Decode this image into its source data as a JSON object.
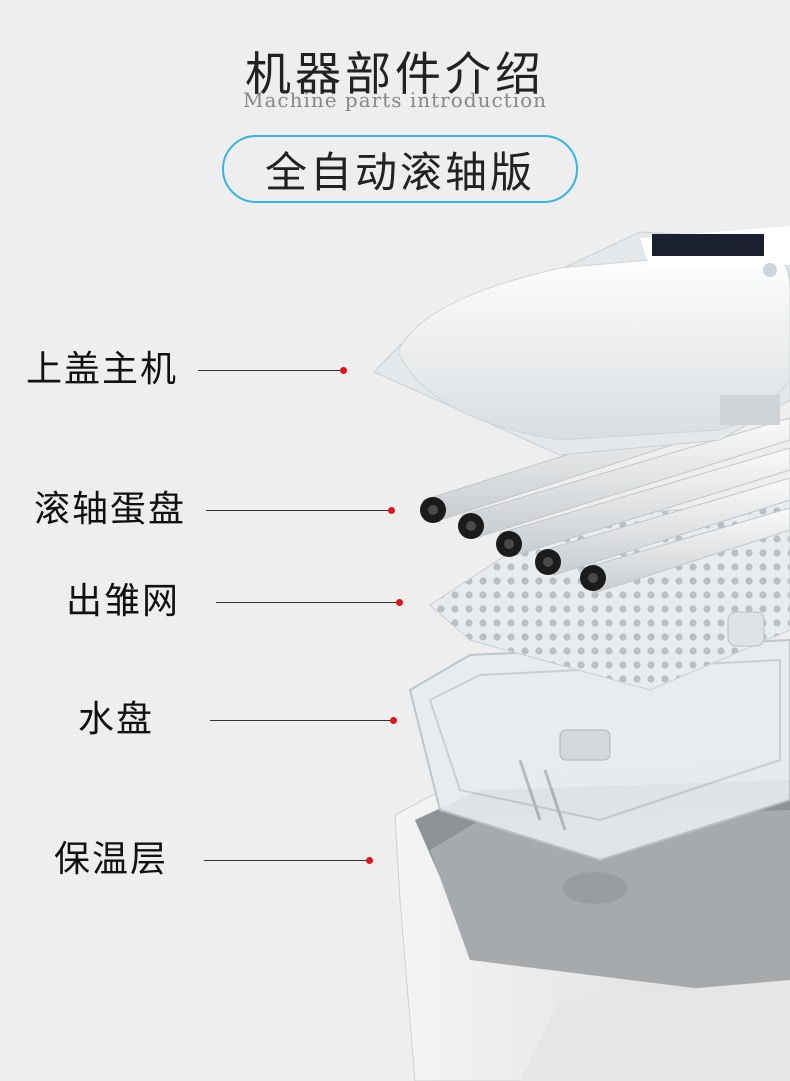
{
  "header": {
    "title": "机器部件介绍",
    "subtitle": "Machine parts introduction",
    "version_badge": "全自动滚轴版"
  },
  "parts": [
    {
      "label": "上盖主机"
    },
    {
      "label": "滚轴蛋盘"
    },
    {
      "label": "出雏网"
    },
    {
      "label": "水盘"
    },
    {
      "label": "保温层"
    }
  ],
  "colors": {
    "accent": "#35b4e8",
    "pointer_dot": "#e3131b"
  }
}
